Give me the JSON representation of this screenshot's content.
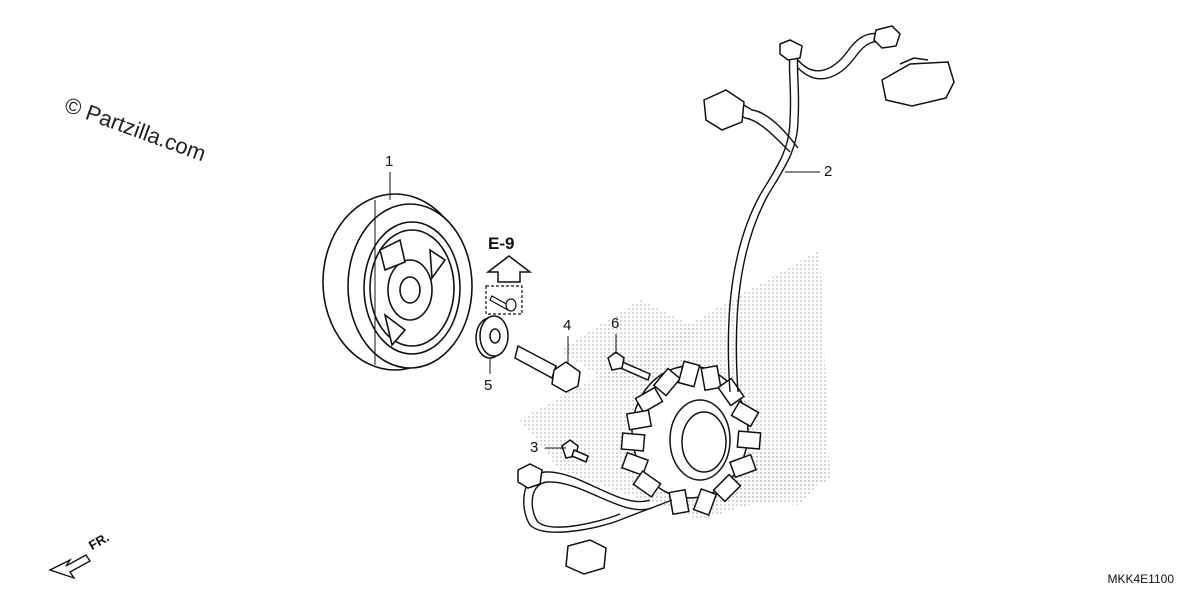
{
  "watermark": "© Partzilla.com",
  "reference_label": "E-9",
  "diagram_code": "MKK4E1100",
  "front_indicator": "FR.",
  "callouts": [
    {
      "id": "1",
      "text": "1"
    },
    {
      "id": "2",
      "text": "2"
    },
    {
      "id": "3",
      "text": "3"
    },
    {
      "id": "4",
      "text": "4"
    },
    {
      "id": "5",
      "text": "5"
    },
    {
      "id": "6",
      "text": "6"
    }
  ]
}
